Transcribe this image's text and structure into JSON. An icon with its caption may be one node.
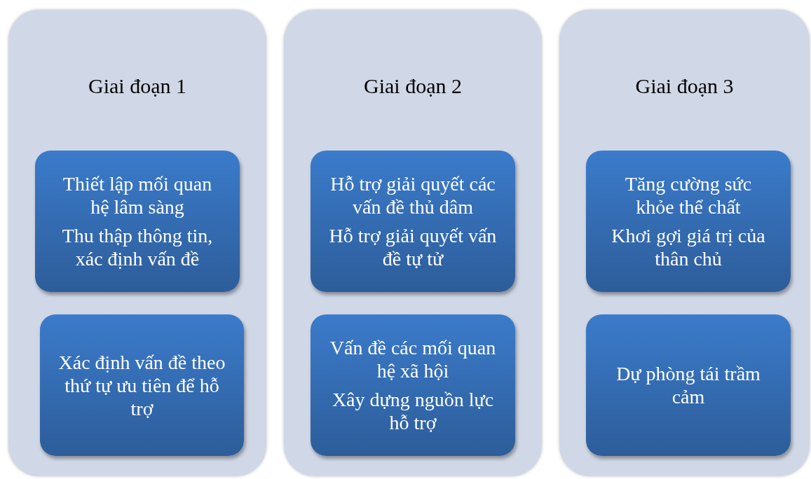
{
  "diagram": {
    "nodes": [
      {
        "text": [
          "Giai đoạn 1"
        ]
      },
      {
        "text": [
          "Thiết lập mối quan hệ lâm sàng",
          "Thu thập thông tin, xác định vấn đề"
        ],
        "in": 0
      },
      {
        "text": [
          "Xác định vấn đề theo thứ tự ưu tiên để hỗ trợ"
        ],
        "in": 0
      },
      {
        "text": [
          "Giai đoạn 2"
        ]
      },
      {
        "text": [
          "Hỗ trợ giải quyết các vấn đề thủ dâm",
          "Hỗ trợ giải quyết vấn đề tự tử"
        ],
        "in": 3
      },
      {
        "text": [
          "Vấn đề các mối quan hệ xã hội",
          "Xây dựng nguồn lực hỗ trợ"
        ],
        "in": 3
      },
      {
        "text": [
          "Giai đoạn 3"
        ]
      },
      {
        "text": [
          "Tăng cường sức khỏe thể chất",
          "Khơi gợi giá trị của thân chủ"
        ],
        "in": 6
      },
      {
        "text": [
          "Dự phòng tái trầm cảm"
        ],
        "in": 6
      }
    ]
  }
}
